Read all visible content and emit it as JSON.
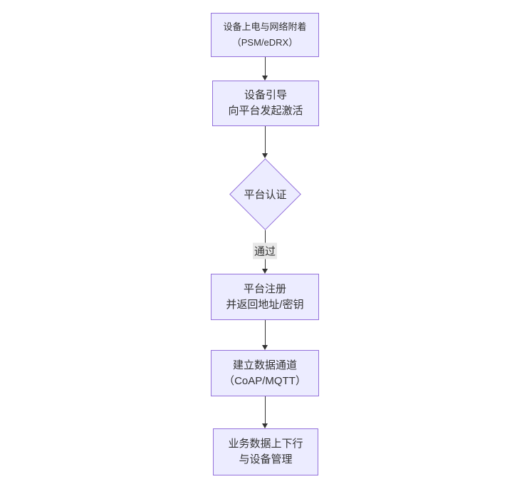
{
  "diagram": {
    "type": "flowchart-top-down",
    "colors": {
      "node_fill": "#ECECFF",
      "node_border": "#9370DB",
      "text_color": "#333333",
      "arrow_color": "#333333",
      "edge_label_bg": "#e8e8e8",
      "background": "#ffffff"
    },
    "nodes": [
      {
        "id": "power-on",
        "type": "rect",
        "lines": [
          "设备上电与网络附着",
          "（PSM/eDRX）"
        ]
      },
      {
        "id": "bootstrap",
        "type": "rect",
        "lines": [
          "设备引导",
          "向平台发起激活"
        ]
      },
      {
        "id": "auth",
        "type": "diamond",
        "lines": [
          "平台认证"
        ]
      },
      {
        "id": "register",
        "type": "rect",
        "lines": [
          "平台注册",
          "并返回地址/密钥"
        ]
      },
      {
        "id": "channel",
        "type": "rect",
        "lines": [
          "建立数据通道",
          "（CoAP/MQTT）"
        ]
      },
      {
        "id": "business",
        "type": "rect",
        "lines": [
          "业务数据上下行",
          "与设备管理"
        ]
      }
    ],
    "edges": [
      {
        "from": "power-on",
        "to": "bootstrap",
        "label": ""
      },
      {
        "from": "bootstrap",
        "to": "auth",
        "label": ""
      },
      {
        "from": "auth",
        "to": "register",
        "label": "通过"
      },
      {
        "from": "register",
        "to": "channel",
        "label": ""
      },
      {
        "from": "channel",
        "to": "business",
        "label": ""
      }
    ]
  }
}
